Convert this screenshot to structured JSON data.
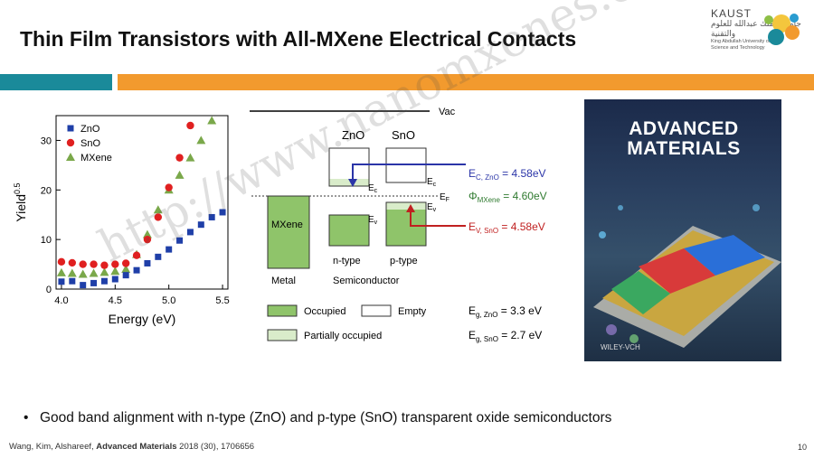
{
  "slide": {
    "title": "Thin Film Transistors with All-MXene Electrical Contacts",
    "bullet": "Good band alignment with n-type (ZnO) and p-type (SnO) transparent oxide semiconductors",
    "citation_prefix": "Wang, Kim, Alshareef, ",
    "citation_journal": "Advanced Materials",
    "citation_suffix": " 2018 (30), 1706656",
    "page_number": "10",
    "watermark": "http://www.nanomxenes.com"
  },
  "logo": {
    "name": "KAUST",
    "arabic": "جامعة الملك عبدالله للعلوم والتقنية",
    "line1": "King Abdullah University of",
    "line2": "Science and Technology"
  },
  "cover": {
    "title_line1": "ADVANCED",
    "title_line2": "MATERIALS",
    "publisher": "WILEY-VCH"
  },
  "colors": {
    "teal": "#1a8a9a",
    "orange": "#f29a2e",
    "zno": "#1f3fa8",
    "sno": "#e02020",
    "mxene": "#7aa84a",
    "band_fill": "#8fc46a",
    "text_blue": "#2b35a8",
    "text_green": "#2f7a2f",
    "text_red": "#c02020"
  },
  "chart_data": {
    "type": "scatter",
    "xlabel": "Energy (eV)",
    "ylabel": "Yield",
    "ylabel_sup": "0.5",
    "xlim": [
      3.95,
      5.55
    ],
    "ylim": [
      0,
      35
    ],
    "xticks": [
      "4.0",
      "4.5",
      "5.0",
      "5.5"
    ],
    "yticks": [
      "0",
      "10",
      "20",
      "30"
    ],
    "legend_position": "top-left",
    "series": [
      {
        "name": "ZnO",
        "marker": "square",
        "x": [
          4.0,
          4.1,
          4.2,
          4.3,
          4.4,
          4.5,
          4.6,
          4.7,
          4.8,
          4.9,
          5.0,
          5.1,
          5.2,
          5.3,
          5.4,
          5.5
        ],
        "y": [
          1.5,
          1.6,
          0.8,
          1.2,
          1.6,
          2.0,
          2.8,
          3.8,
          5.2,
          6.5,
          8.0,
          9.8,
          11.5,
          13.0,
          14.5,
          15.5
        ]
      },
      {
        "name": "SnO",
        "marker": "circle",
        "x": [
          4.0,
          4.1,
          4.2,
          4.3,
          4.4,
          4.5,
          4.6,
          4.7,
          4.8,
          4.9,
          5.0,
          5.1,
          5.2
        ],
        "y": [
          5.5,
          5.3,
          5.0,
          5.0,
          4.8,
          5.0,
          5.2,
          6.8,
          10.0,
          14.5,
          20.5,
          26.5,
          33.0
        ]
      },
      {
        "name": "MXene",
        "marker": "triangle",
        "x": [
          4.0,
          4.1,
          4.2,
          4.3,
          4.4,
          4.5,
          4.6,
          4.7,
          4.8,
          4.9,
          5.0,
          5.1,
          5.2,
          5.3,
          5.4
        ],
        "y": [
          3.3,
          3.2,
          3.0,
          3.2,
          3.4,
          3.6,
          4.0,
          7.0,
          11.0,
          16.0,
          20.0,
          23.0,
          26.5,
          30.0,
          34.0
        ]
      }
    ]
  },
  "band": {
    "vac": "Vac",
    "zno": "ZnO",
    "sno": "SnO",
    "ec1": "E",
    "ec1_sub": "c",
    "ec2": "E",
    "ec2_sub": "c",
    "ef": "E",
    "ef_sub": "F",
    "ev1": "E",
    "ev1_sub": "v",
    "ev2": "E",
    "ev2_sub": "v",
    "mxene": "MXene",
    "metal": "Metal",
    "ntype": "n-type",
    "ptype": "p-type",
    "semiconductor": "Semiconductor",
    "ec_zno_main": "E",
    "ec_zno_sub": "C, ZnO",
    "ec_zno_val": " = 4.58eV",
    "phi_main": "Φ",
    "phi_sub": "MXene",
    "phi_val": " = 4.60eV",
    "ev_sno_main": "E",
    "ev_sno_sub": "V, SnO",
    "ev_sno_val": " = 4.58eV",
    "occupied": "Occupied",
    "empty": "Empty",
    "partially": "Partially occupied",
    "eg_zno_main": "E",
    "eg_zno_sub": "g, ZnO",
    "eg_zno_val": " = 3.3 eV",
    "eg_sno_main": "E",
    "eg_sno_sub": "g, SnO",
    "eg_sno_val": " = 2.7 eV"
  }
}
